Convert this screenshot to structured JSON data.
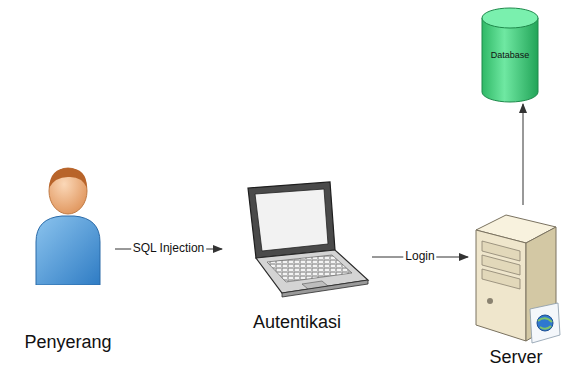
{
  "diagram": {
    "nodes": [
      {
        "text": [
          "Penyerang"
        ]
      },
      {
        "text": [
          "Autentikasi"
        ]
      },
      {
        "text": [
          "Server"
        ]
      },
      {
        "text": [
          "Database"
        ]
      }
    ],
    "edges": [
      {
        "from": 0,
        "to": 1,
        "label": "SQL Injection",
        "arrow": "to"
      },
      {
        "from": 1,
        "to": 2,
        "label": "Login",
        "arrow": "to"
      },
      {
        "from": 2,
        "to": 3,
        "arrow": "to"
      }
    ]
  }
}
